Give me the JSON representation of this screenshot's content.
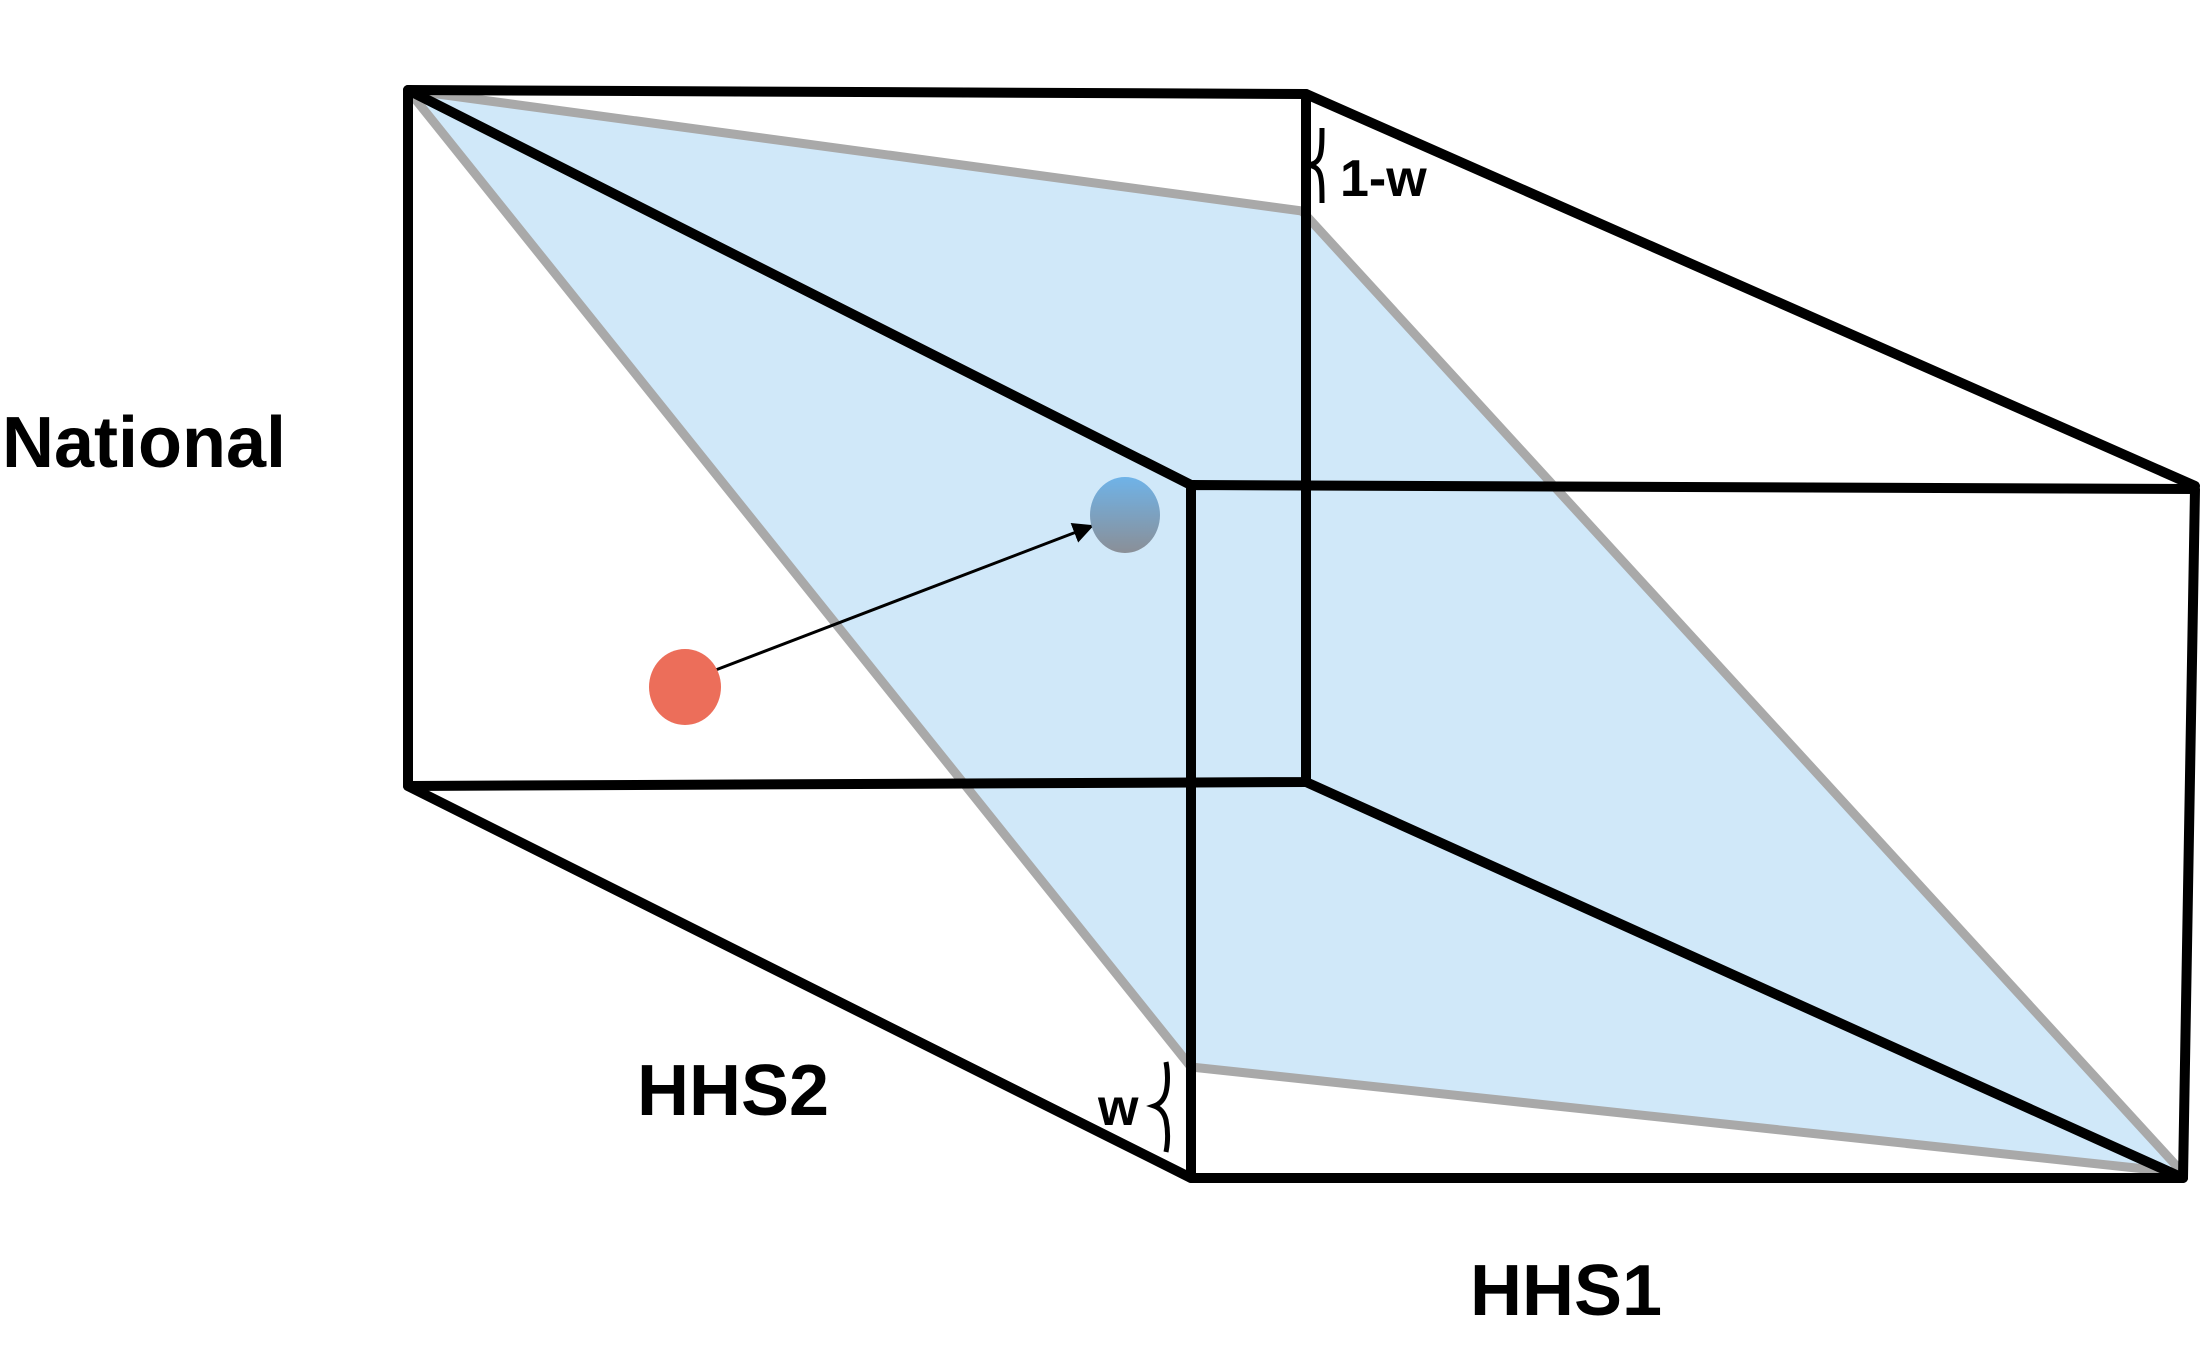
{
  "labels": {
    "national": "National",
    "hhs2": "HHS2",
    "hhs1": "HHS1",
    "one_minus_w": "1-w",
    "w": "w"
  },
  "colors": {
    "edge": "#000000",
    "plane_fill": "#d0e8f9",
    "plane_edge": "#a9a9a9",
    "point_start": "#ec6e5a",
    "point_end_top": "#6fb3e8",
    "point_end_bottom": "#8a8f97",
    "arrow": "#000000"
  },
  "icons": {
    "point_start": "red-circle",
    "point_end": "blue-gray-gradient-circle",
    "arrow": "arrow-right",
    "brace": "curly-brace"
  }
}
